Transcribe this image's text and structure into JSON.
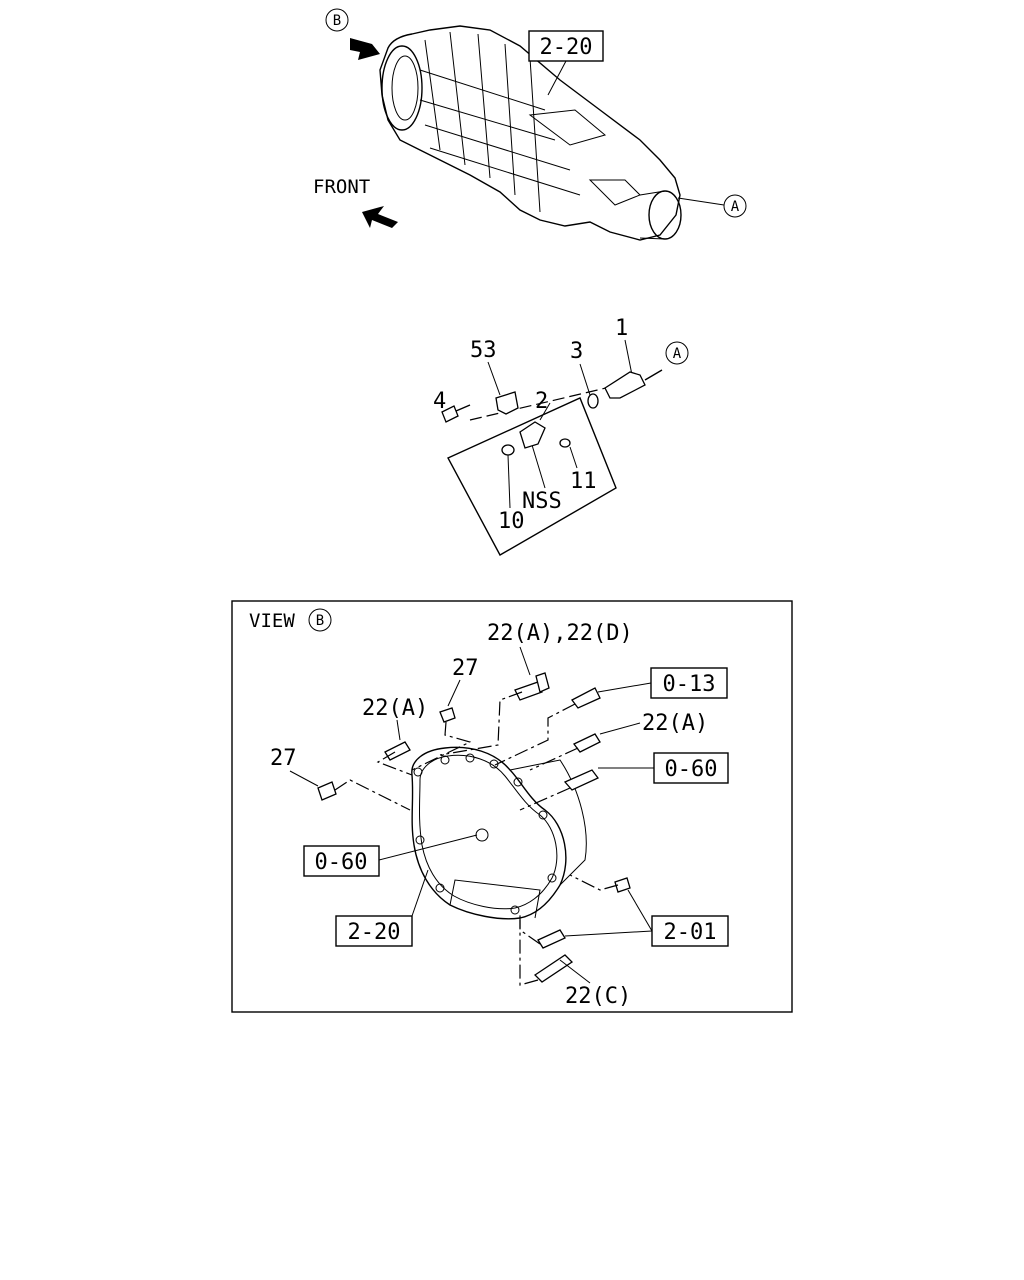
{
  "top": {
    "callout_b": "B",
    "ref_box": "2-20",
    "front_label": "FRONT",
    "callout_a": "A"
  },
  "middle": {
    "part_1": "1",
    "part_53": "53",
    "part_3": "3",
    "part_2": "2",
    "part_4": "4",
    "part_11": "11",
    "part_nss": "NSS",
    "part_10": "10",
    "callout_a": "A"
  },
  "view_b": {
    "view_label": "VIEW",
    "view_callout": "B",
    "label_22a_22d": "22(A),22(D)",
    "label_27_top": "27",
    "label_22a_left": "22(A)",
    "label_27_left": "27",
    "ref_0_13": "0-13",
    "label_22a_right": "22(A)",
    "ref_0_60_right": "0-60",
    "ref_0_60_left": "0-60",
    "ref_2_20": "2-20",
    "ref_2_01": "2-01",
    "label_22c": "22(C)"
  }
}
